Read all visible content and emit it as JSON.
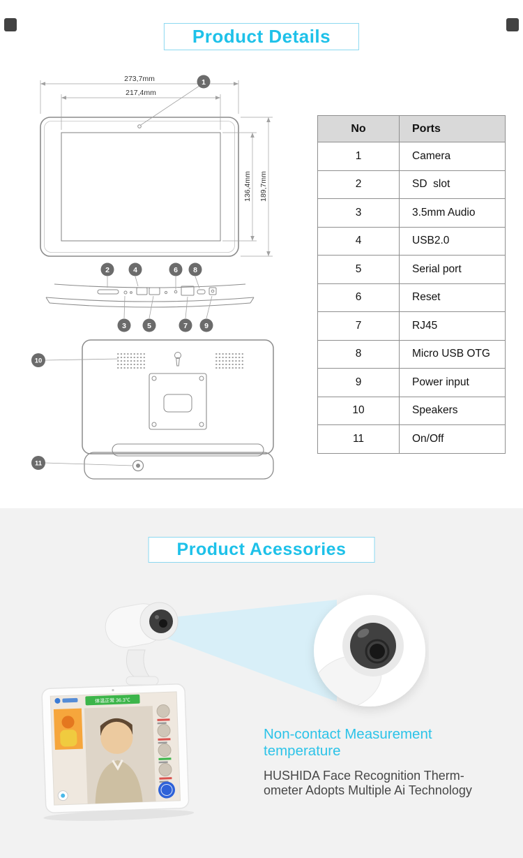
{
  "accent_color": "#1ec1e9",
  "details": {
    "title": "Product Details",
    "dims": {
      "outer_width": "273,7mm",
      "inner_width": "217,4mm",
      "inner_height": "136,4mm",
      "outer_height": "189,7mm"
    },
    "callouts": [
      "1",
      "2",
      "3",
      "4",
      "5",
      "6",
      "7",
      "8",
      "9",
      "10",
      "11"
    ]
  },
  "ports_table": {
    "header_no": "No",
    "header_ports": "Ports",
    "rows": [
      {
        "no": "1",
        "port": "Camera"
      },
      {
        "no": "2",
        "port": "SD  slot"
      },
      {
        "no": "3",
        "port": "3.5mm Audio"
      },
      {
        "no": "4",
        "port": "USB2.0"
      },
      {
        "no": "5",
        "port": "Serial port"
      },
      {
        "no": "6",
        "port": "Reset"
      },
      {
        "no": "7",
        "port": "RJ45"
      },
      {
        "no": "8",
        "port": "Micro USB OTG"
      },
      {
        "no": "9",
        "port": "Power input"
      },
      {
        "no": "10",
        "port": "Speakers"
      },
      {
        "no": "11",
        "port": "On/Off"
      }
    ]
  },
  "accessories": {
    "title": "Product Acessories",
    "highlight_line1": "Non-contact Measurement",
    "highlight_line2": "temperature",
    "desc_line1": "HUSHIDA Face Recognition Therm-",
    "desc_line2": "ometer Adopts Multiple Ai Technology",
    "screen_banner": "体温正常 36.3℃"
  }
}
